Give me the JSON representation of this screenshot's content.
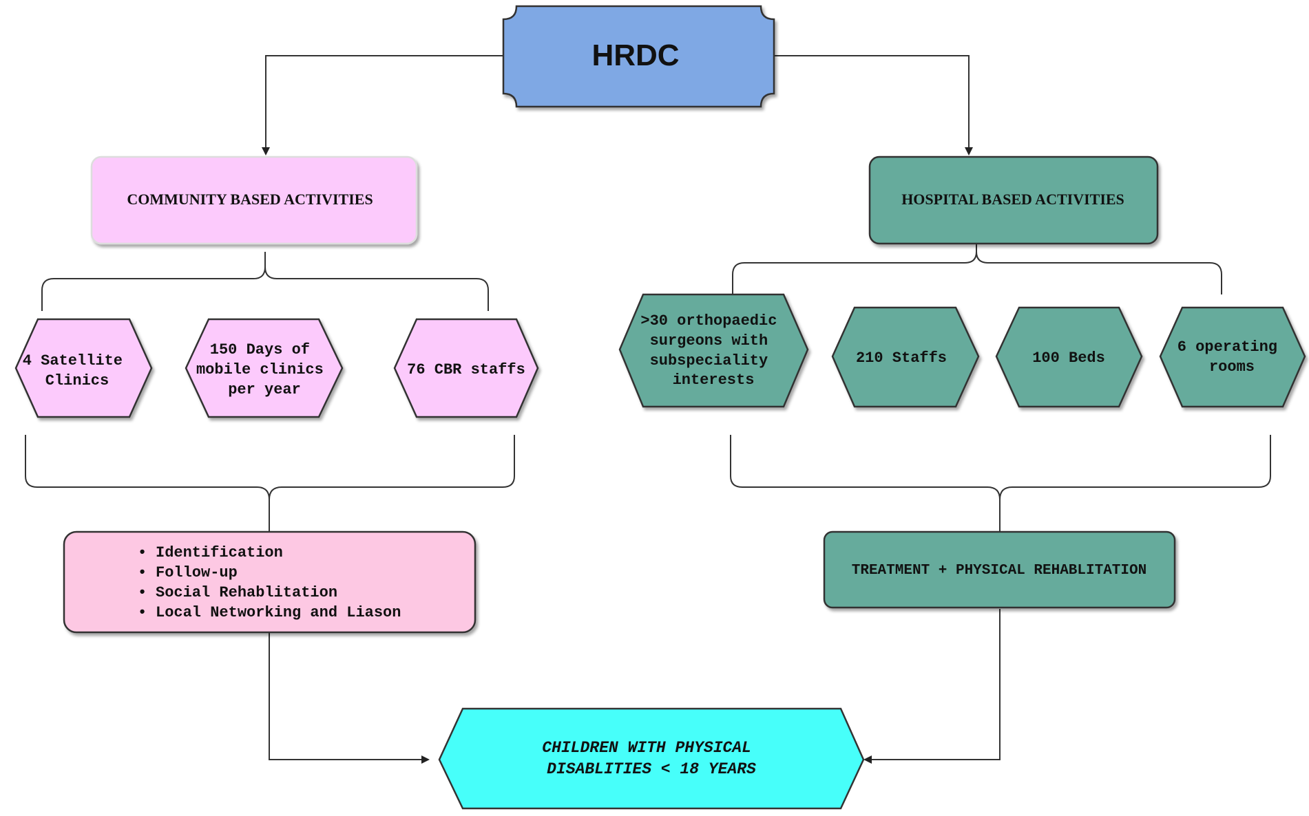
{
  "colors": {
    "hrdc_fill": "#7fa8e4",
    "community_fill": "#fccafc",
    "community_list_fill": "#fdc8e3",
    "hospital_fill": "#66ab9c",
    "outcome_fill": "#47fffa",
    "connector": "#333333"
  },
  "root": {
    "label": "HRDC"
  },
  "community": {
    "title": "COMMUNITY BASED ACTIVITIES",
    "items": [
      {
        "lines": [
          "4 Satellite",
          "Clinics"
        ]
      },
      {
        "lines": [
          "150 Days of",
          "mobile clinics",
          "per year"
        ]
      },
      {
        "lines": [
          "76 CBR staffs"
        ]
      }
    ],
    "functions": [
      "Identification",
      "Follow-up",
      "Social Rehablitation",
      "Local Networking and Liason"
    ]
  },
  "hospital": {
    "title": "HOSPITAL BASED ACTIVITIES",
    "items": [
      {
        "lines": [
          ">30 orthopaedic",
          "surgeons with",
          "subspeciality",
          "interests"
        ]
      },
      {
        "lines": [
          "210 Staffs"
        ]
      },
      {
        "lines": [
          "100 Beds"
        ]
      },
      {
        "lines": [
          "6 operating",
          "rooms"
        ]
      }
    ],
    "outcome": "TREATMENT + PHYSICAL REHABLITATION"
  },
  "target": {
    "lines": [
      "CHILDREN WITH PHYSICAL",
      "DISABLITIES < 18 YEARS"
    ]
  }
}
